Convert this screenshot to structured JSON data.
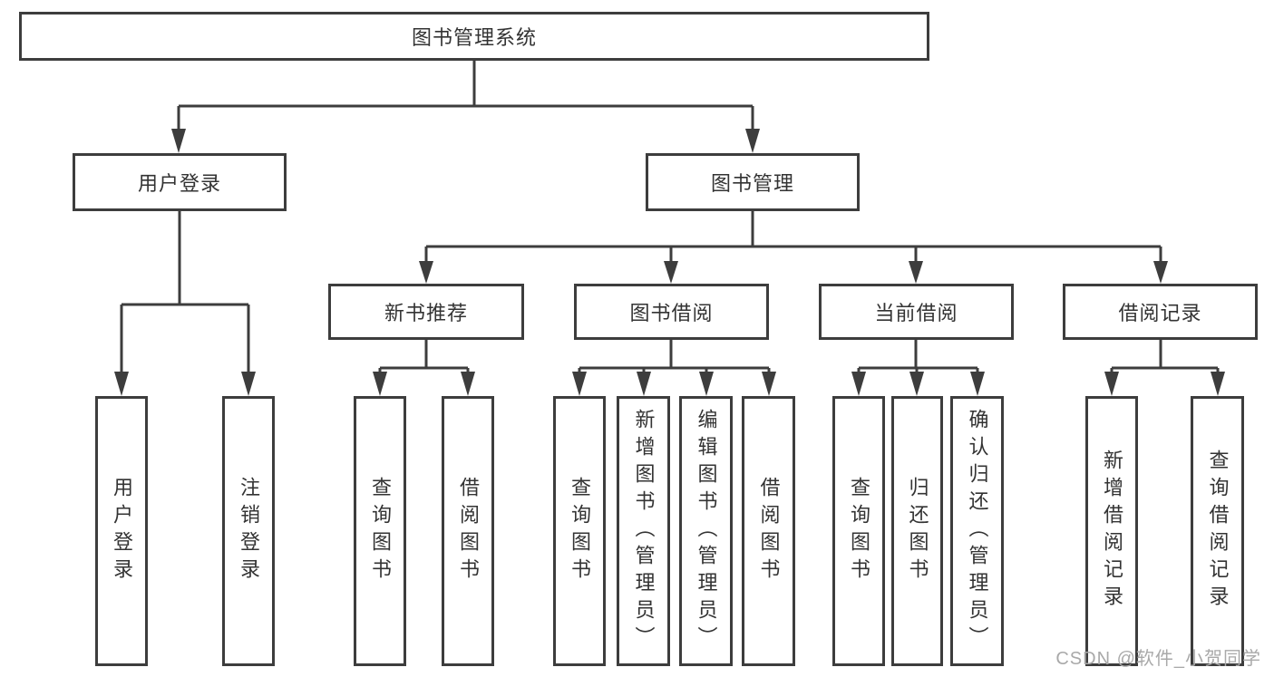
{
  "diagram": {
    "title": "图书管理系统",
    "root": {
      "label": "图书管理系统"
    },
    "level2": [
      {
        "label": "用户登录"
      },
      {
        "label": "图书管理"
      }
    ],
    "level3": [
      {
        "label": "新书推荐",
        "parent": "图书管理"
      },
      {
        "label": "图书借阅",
        "parent": "图书管理"
      },
      {
        "label": "当前借阅",
        "parent": "图书管理"
      },
      {
        "label": "借阅记录",
        "parent": "图书管理"
      }
    ],
    "leaves": [
      {
        "label": "用户登录",
        "parent": "用户登录"
      },
      {
        "label": "注销登录",
        "parent": "用户登录"
      },
      {
        "label": "查询图书",
        "parent": "新书推荐"
      },
      {
        "label": "借阅图书",
        "parent": "新书推荐"
      },
      {
        "label": "查询图书",
        "parent": "图书借阅"
      },
      {
        "label": "新增图书（管理员）",
        "parent": "图书借阅"
      },
      {
        "label": "编辑图书（管理员）",
        "parent": "图书借阅"
      },
      {
        "label": "借阅图书",
        "parent": "图书借阅"
      },
      {
        "label": "查询图书",
        "parent": "当前借阅"
      },
      {
        "label": "归还图书",
        "parent": "当前借阅"
      },
      {
        "label": "确认归还（管理员）",
        "parent": "当前借阅"
      },
      {
        "label": "新增借阅记录",
        "parent": "借阅记录"
      },
      {
        "label": "查询借阅记录",
        "parent": "借阅记录"
      }
    ]
  },
  "watermark": {
    "text": "CSDN @软件_小贺同学"
  },
  "colors": {
    "line": "#3d3d3d",
    "box_border": "#3d3d3d",
    "box_fill": "#ffffff",
    "text": "#333333",
    "watermark": "#a9a9a9",
    "background": "#ffffff"
  }
}
